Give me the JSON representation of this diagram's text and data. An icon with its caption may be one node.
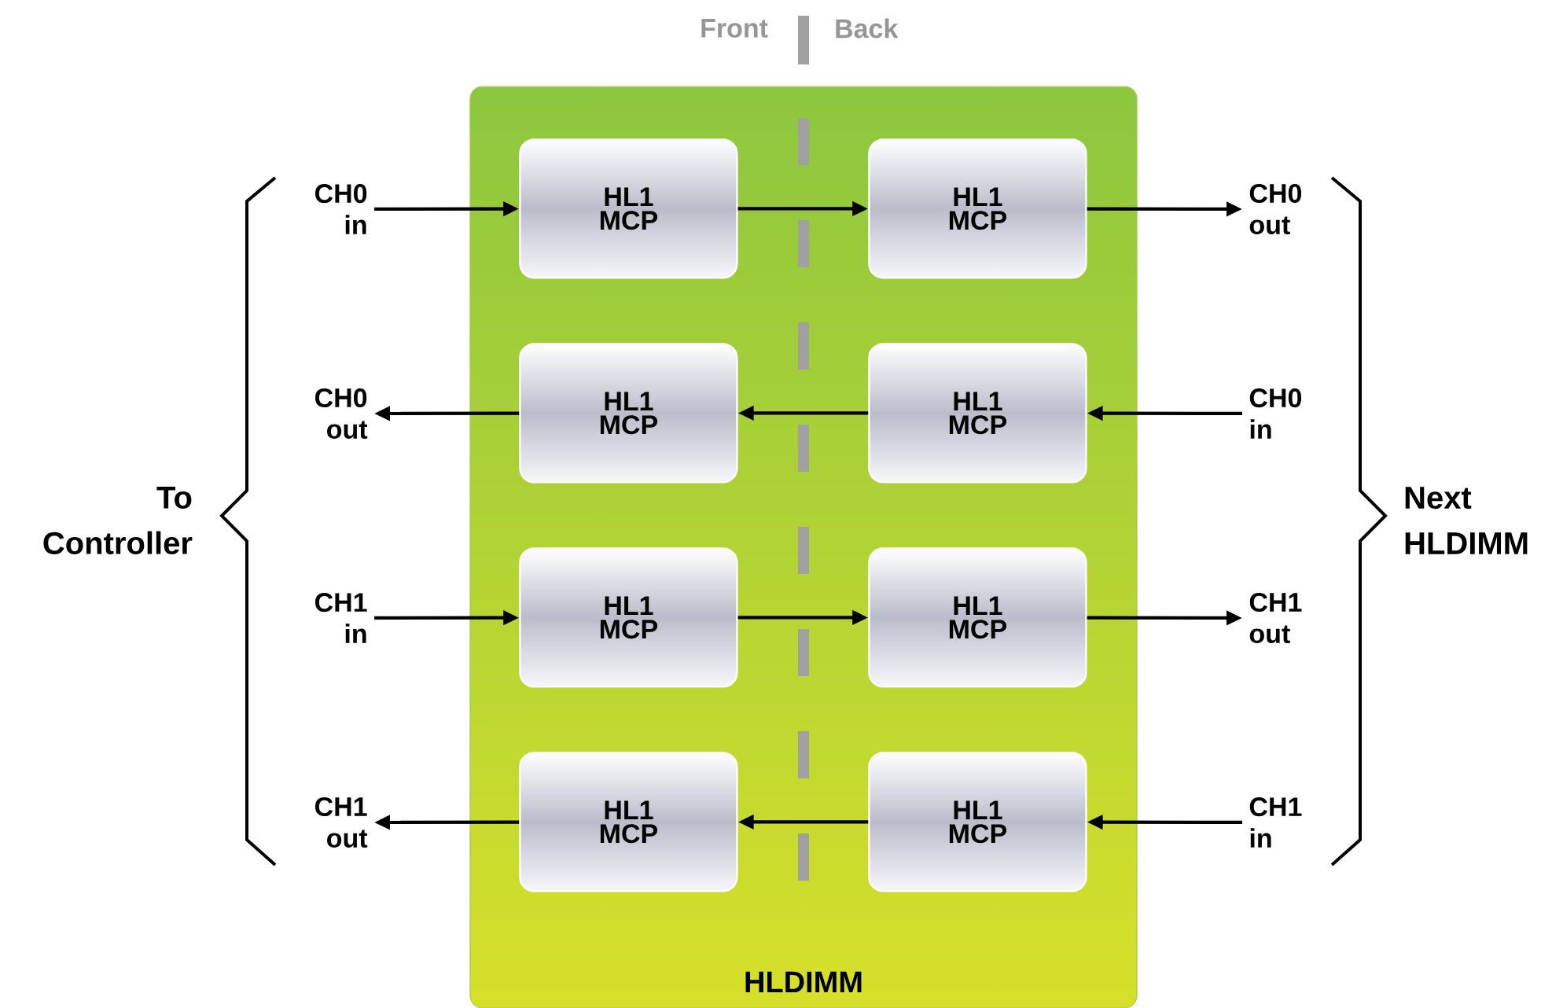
{
  "diagram": {
    "nodes": [
      {
        "text": [
          "HLDIMM"
        ]
      },
      {
        "text": [
          "CH0 in"
        ]
      },
      {
        "text": [
          "HL1 MCP"
        ],
        "in": 0
      },
      {
        "text": [
          "HL1 MCP"
        ],
        "in": 0
      },
      {
        "text": [
          "CH0 out"
        ]
      },
      {
        "text": [
          "CH0 out"
        ]
      },
      {
        "text": [
          "HL1 MCP"
        ],
        "in": 0
      },
      {
        "text": [
          "HL1 MCP"
        ],
        "in": 0
      },
      {
        "text": [
          "CH0 in"
        ]
      },
      {
        "text": [
          "CH1 in"
        ]
      },
      {
        "text": [
          "HL1 MCP"
        ],
        "in": 0
      },
      {
        "text": [
          "HL1 MCP"
        ],
        "in": 0
      },
      {
        "text": [
          "CH1 out"
        ]
      },
      {
        "text": [
          "CH1 out"
        ]
      },
      {
        "text": [
          "HL1 MCP"
        ],
        "in": 0
      },
      {
        "text": [
          "HL1 MCP"
        ],
        "in": 0
      },
      {
        "text": [
          "CH1 in"
        ]
      }
    ],
    "edges": [
      {
        "from": 1,
        "to": 2,
        "arrow": "to"
      },
      {
        "from": 2,
        "to": 3,
        "arrow": "to"
      },
      {
        "from": 3,
        "to": 4,
        "arrow": "to"
      },
      {
        "from": 8,
        "to": 7,
        "arrow": "to"
      },
      {
        "from": 7,
        "to": 6,
        "arrow": "to"
      },
      {
        "from": 6,
        "to": 5,
        "arrow": "to"
      },
      {
        "from": 9,
        "to": 10,
        "arrow": "to"
      },
      {
        "from": 10,
        "to": 11,
        "arrow": "to"
      },
      {
        "from": 11,
        "to": 12,
        "arrow": "to"
      },
      {
        "from": 16,
        "to": 15,
        "arrow": "to"
      },
      {
        "from": 15,
        "to": 14,
        "arrow": "to"
      },
      {
        "from": 14,
        "to": 13,
        "arrow": "to"
      }
    ],
    "labels": [
      "Front",
      "Back",
      "To Controller",
      "Next HLDIMM"
    ]
  }
}
